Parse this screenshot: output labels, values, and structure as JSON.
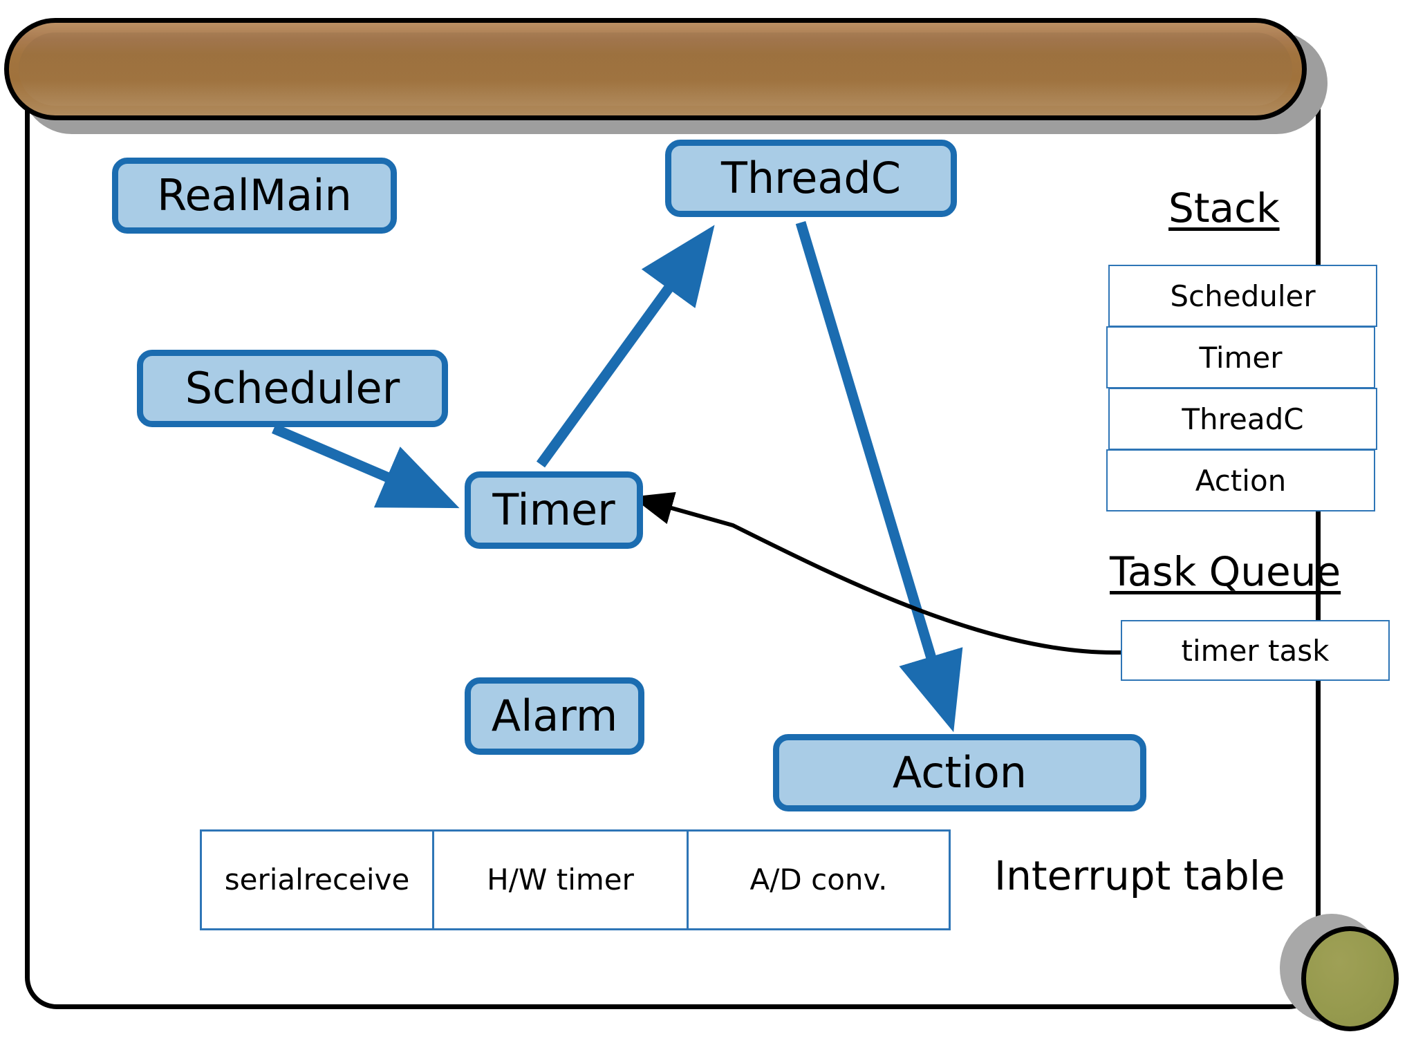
{
  "diagram": {
    "title_hidden": "",
    "colors": {
      "node_fill": "#a9cce6",
      "node_border": "#1b6cb0",
      "edge_blue": "#1b6cb0",
      "edge_black": "#000000",
      "bar_brown": "#a2743f",
      "circle_olive": "#969a4e",
      "table_border": "#2e75b6"
    },
    "nodes": [
      {
        "id": "realmain",
        "label": "RealMain"
      },
      {
        "id": "threadc",
        "label": "ThreadC"
      },
      {
        "id": "scheduler",
        "label": "Scheduler"
      },
      {
        "id": "timer",
        "label": "Timer"
      },
      {
        "id": "alarm",
        "label": "Alarm"
      },
      {
        "id": "action",
        "label": "Action"
      }
    ],
    "edges": [
      {
        "from": "scheduler",
        "to": "timer",
        "style": "blue-straight"
      },
      {
        "from": "timer",
        "to": "threadc",
        "style": "blue-straight"
      },
      {
        "from": "threadc",
        "to": "action",
        "style": "blue-straight"
      },
      {
        "from": "timer-task",
        "to": "timer",
        "style": "black-curve"
      }
    ],
    "stack": {
      "title": "Stack",
      "frames": [
        "Scheduler",
        "Timer",
        "ThreadC",
        "Action"
      ]
    },
    "task_queue": {
      "title": "Task Queue",
      "items": [
        "timer task"
      ]
    },
    "interrupt_table": {
      "label": "Interrupt table",
      "cells": [
        "serial\nreceive",
        "H/W timer",
        "A/D conv."
      ],
      "cells_display": [
        "serial receive",
        "H/W timer",
        "A/D conv."
      ]
    }
  }
}
